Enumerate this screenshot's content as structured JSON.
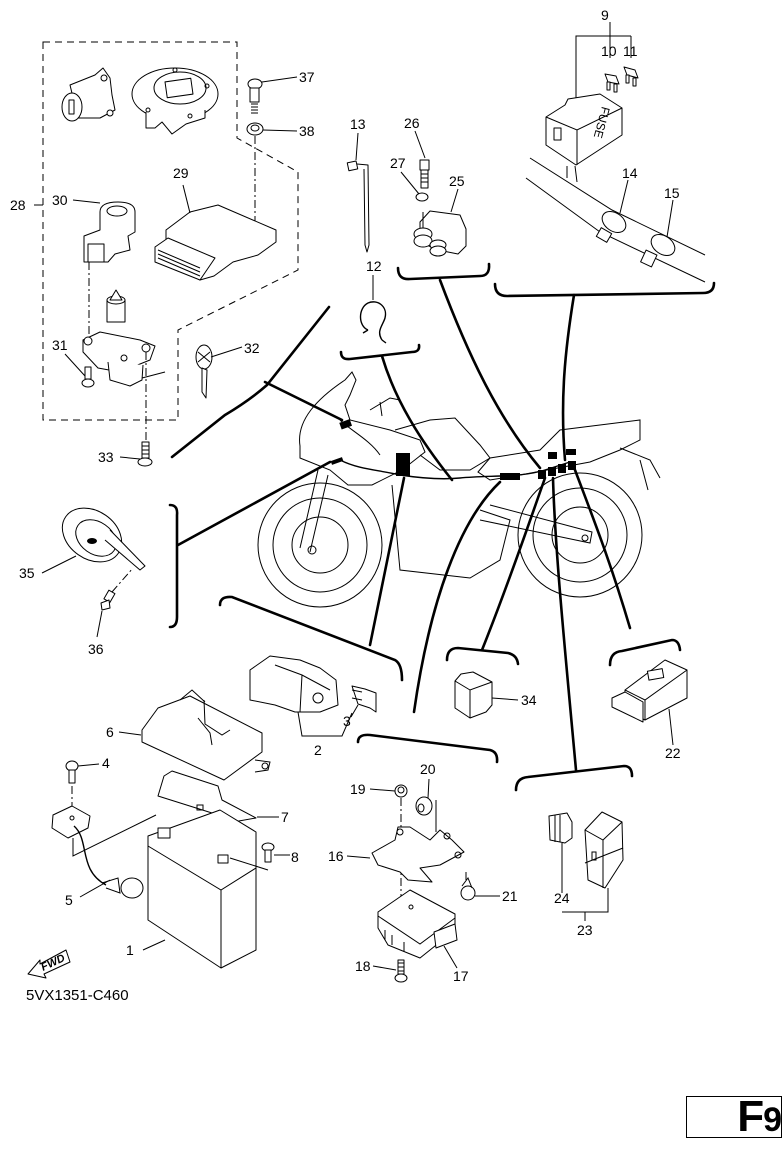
{
  "diagram": {
    "type": "exploded-parts-diagram",
    "subject": "Motorcycle electrical components",
    "drawing_code": "5VX1351-C460",
    "page_badge": {
      "letter": "F",
      "number": "9"
    },
    "fwd_arrow_label": "FWD",
    "fuse_box_text": "FUSE",
    "callouts": {
      "c1": "1",
      "c2": "2",
      "c3": "3",
      "c4": "4",
      "c5": "5",
      "c6": "6",
      "c7": "7",
      "c8": "8",
      "c9": "9",
      "c10": "10",
      "c11": "11",
      "c12": "12",
      "c13": "13",
      "c14": "14",
      "c15": "15",
      "c16": "16",
      "c17": "17",
      "c18": "18",
      "c19": "19",
      "c20": "20",
      "c21": "21",
      "c22": "22",
      "c23": "23",
      "c24": "24",
      "c25": "25",
      "c26": "26",
      "c27": "27",
      "c28": "28",
      "c29": "29",
      "c30": "30",
      "c31": "31",
      "c32": "32",
      "c33": "33",
      "c34": "34",
      "c35": "35",
      "c36": "36",
      "c37": "37",
      "c38": "38"
    },
    "groups": [
      {
        "name": "key-set",
        "parts": [
          "28",
          "29",
          "30",
          "31",
          "32",
          "37",
          "38"
        ]
      },
      {
        "name": "fuse-box-assembly",
        "parts": [
          "9",
          "10",
          "11"
        ]
      },
      {
        "name": "relay-assembly",
        "parts": [
          "2",
          "3"
        ]
      },
      {
        "name": "relay-23",
        "parts": [
          "23",
          "24"
        ]
      }
    ]
  }
}
